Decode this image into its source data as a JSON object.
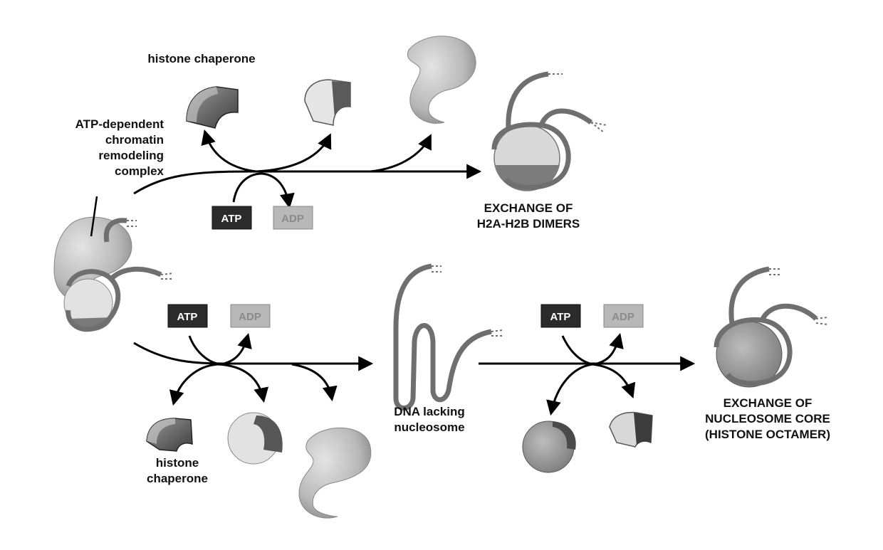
{
  "labels": {
    "histone_chaperone_top": "histone chaperone",
    "remodeling_complex": "ATP-dependent\nchromatin\nremodeling\ncomplex",
    "exchange_dimers": "EXCHANGE OF\nH2A-H2B DIMERS",
    "dna_lacking": "DNA lacking\nnucleosome",
    "histone_chaperone_bottom": "histone\nchaperone",
    "exchange_core": "EXCHANGE OF\nNUCLEOSOME CORE\n(HISTONE OCTAMER)"
  },
  "energy": {
    "atp": "ATP",
    "adp": "ADP"
  },
  "colors": {
    "atp_fill": "#2b2b2b",
    "adp_fill": "#b8b8b8",
    "dna": "#6f6f6f",
    "complex": "#c9c9c9",
    "arrow": "#000000"
  }
}
